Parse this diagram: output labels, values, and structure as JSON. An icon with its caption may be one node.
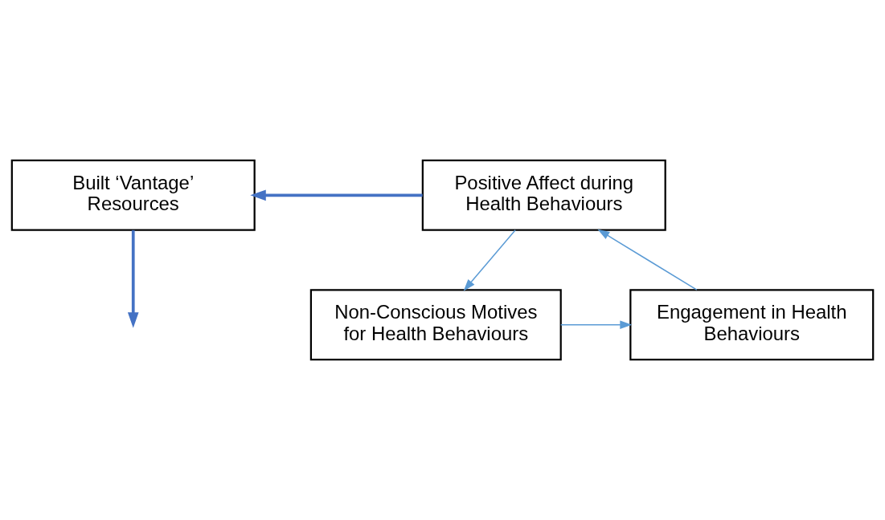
{
  "diagram": {
    "nodes": [
      {
        "text": [
          "Built ‘Vantage’ Resources"
        ]
      },
      {
        "text": [
          "Positive Affect during Health Behaviours"
        ]
      },
      {
        "text": [
          "Engagement in Health Behaviours"
        ]
      },
      {
        "text": [
          "Non-Conscious Motives for Health Behaviours"
        ]
      }
    ],
    "edges": [
      {
        "from": 0,
        "to": null,
        "arrow": "to",
        "style": "thick",
        "color": "#4472c4"
      },
      {
        "from": 2,
        "to": 1,
        "arrow": "to"
      },
      {
        "from": 1,
        "to": 3,
        "arrow": "to"
      },
      {
        "from": 3,
        "to": 2,
        "arrow": "to"
      },
      {
        "from": 1,
        "to": 0,
        "arrow": "to",
        "style": "thick",
        "color": "#4472c4"
      }
    ]
  }
}
